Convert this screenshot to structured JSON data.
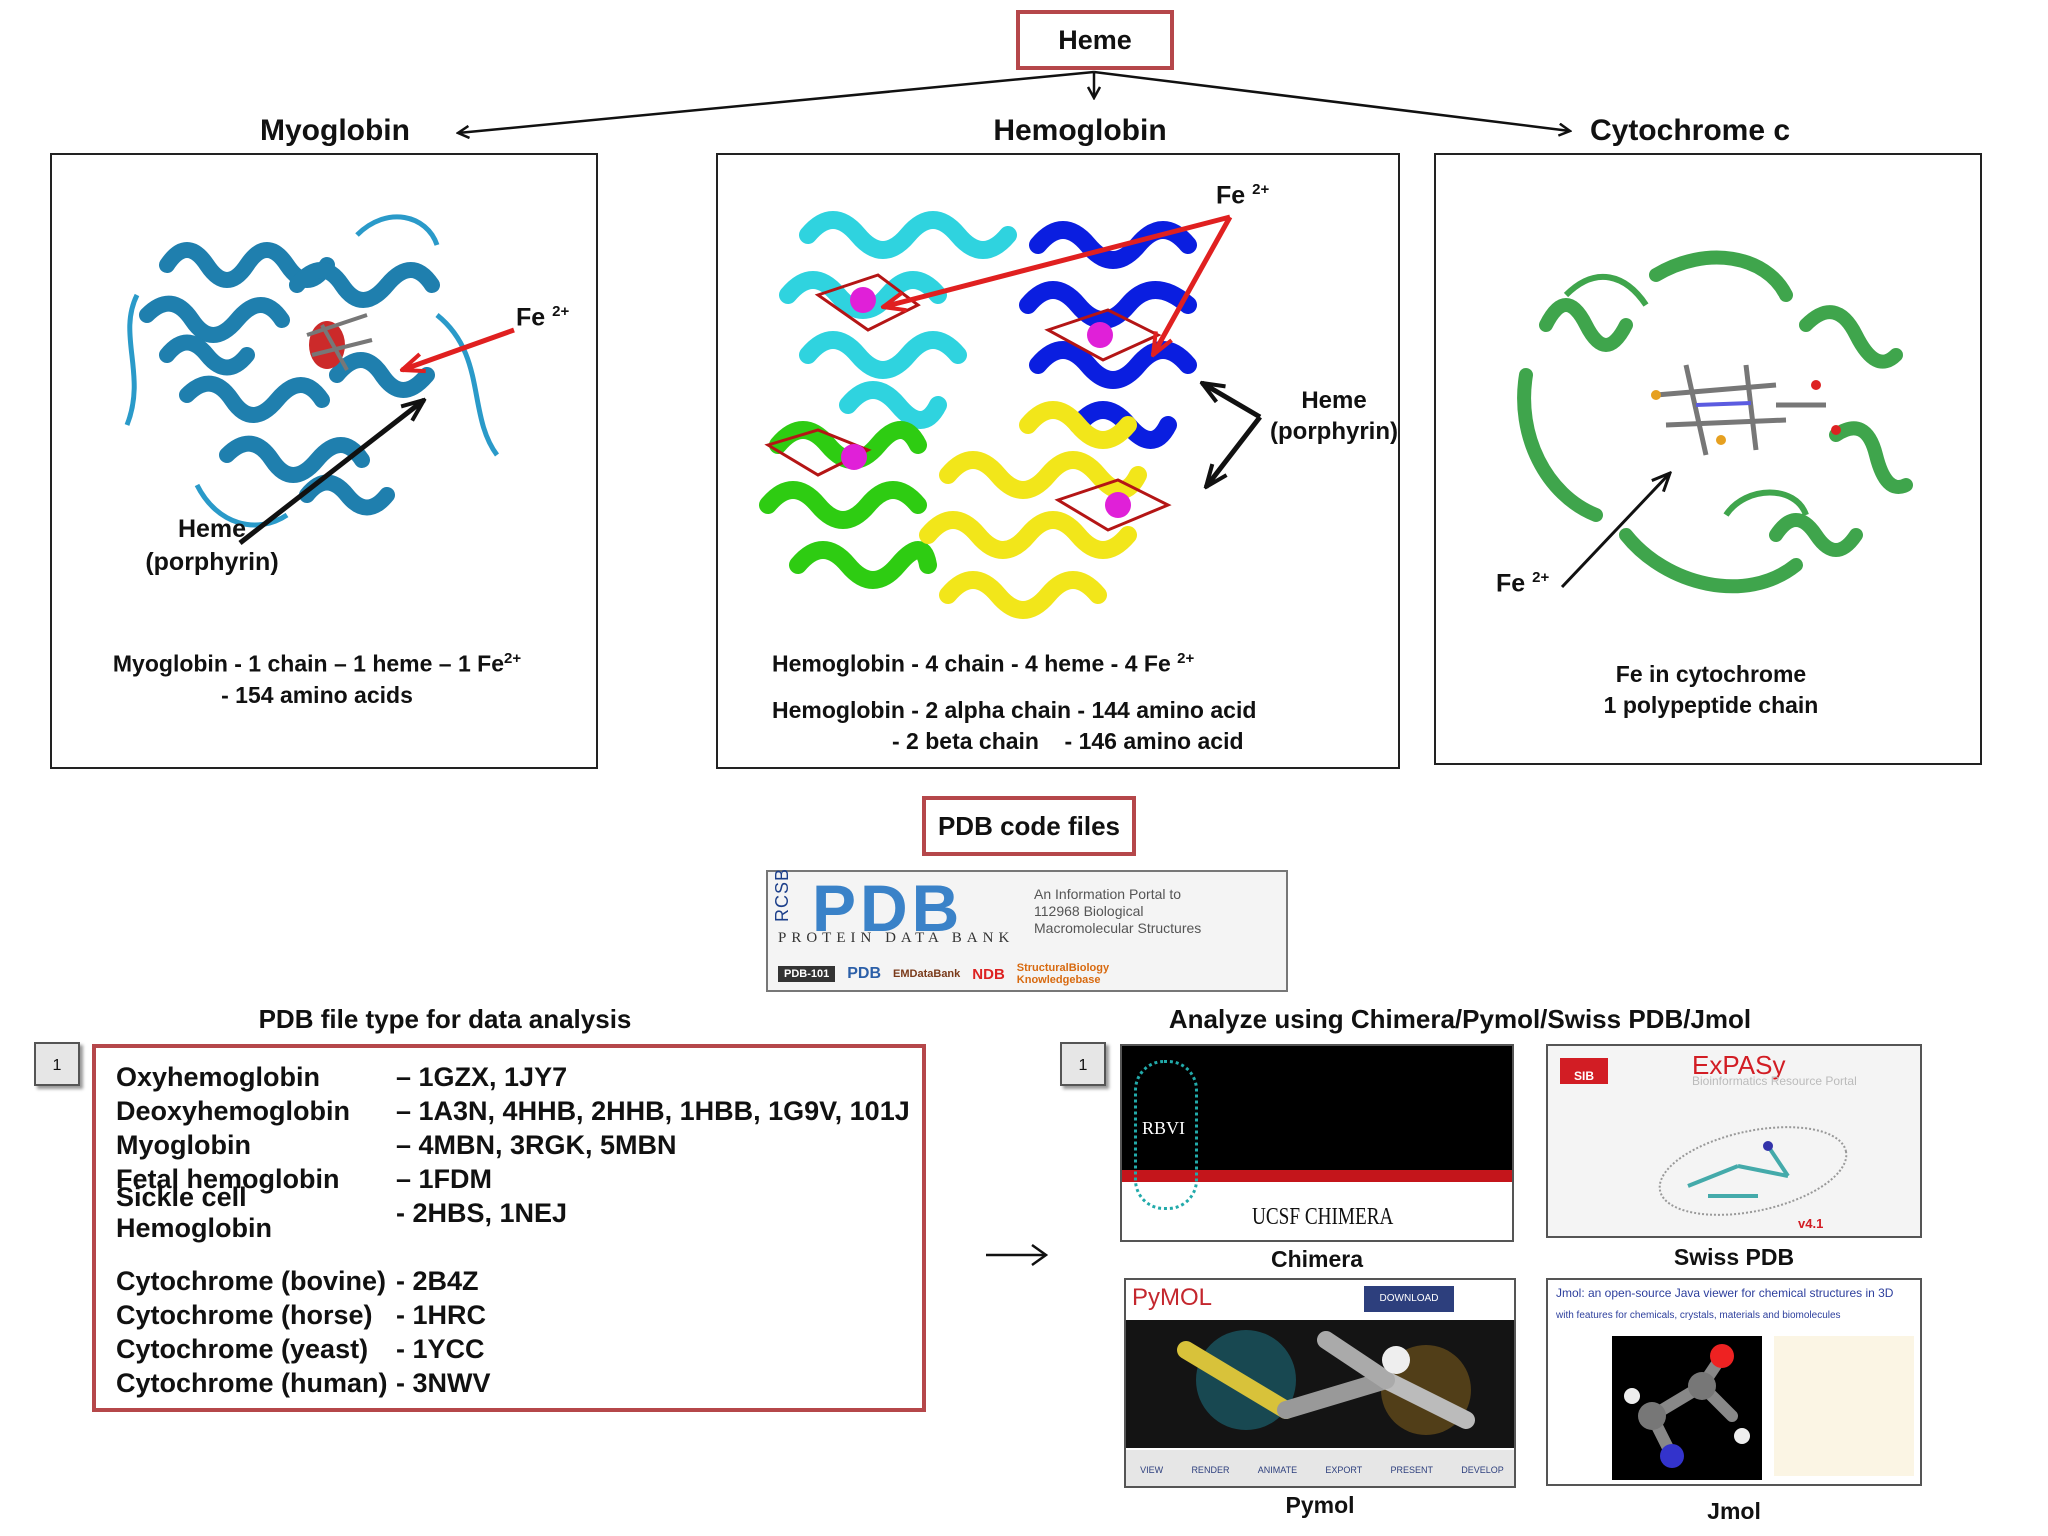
{
  "heme_box": "Heme",
  "titles": {
    "myoglobin": "Myoglobin",
    "hemoglobin": "Hemoglobin",
    "cytochrome": "Cytochrome c"
  },
  "labels": {
    "fe": "Fe",
    "fe_charge": "2+",
    "heme": "Heme",
    "porphyrin": "(porphyrin)"
  },
  "captions": {
    "myo_line1": "Myoglobin - 1 chain – 1 heme – 1 Fe",
    "myo_sup": "2+",
    "myo_line2": "- 154 amino acids",
    "hb_line1": "Hemoglobin - 4 chain - 4 heme - 4 Fe",
    "hb_sup": "2+",
    "hb_line2": "Hemoglobin - 2 alpha chain - 144 amino acid",
    "hb_line3": "- 2 beta chain    - 146 amino acid",
    "cyt_line1": "Fe in cytochrome",
    "cyt_line2": "1 polypeptide chain"
  },
  "pdb_box": "PDB code files",
  "pdb_banner": {
    "rcsb": "RCSB",
    "logo": "PDB",
    "subtitle": "PROTEIN DATA BANK",
    "desc1": "An Information Portal to",
    "desc2": "112968 Biological",
    "desc3": "Macromolecular Structures",
    "b1": "PDB-101",
    "b2": "PDB",
    "b3": "EMDataBank",
    "b4": "NDB",
    "b5": "StructuralBiology",
    "b6": "Knowledgebase"
  },
  "file_type_title": "PDB file type for data analysis",
  "analyze_title": "Analyze using Chimera/Pymol/Swiss PDB/Jmol",
  "slide_num": "1",
  "pdb_list": [
    {
      "name": "Oxyhemoglobin",
      "codes": "– 1GZX, 1JY7"
    },
    {
      "name": "Deoxyhemoglobin",
      "codes": "– 1A3N, 4HHB, 2HHB, 1HBB, 1G9V, 101J"
    },
    {
      "name": "Myoglobin",
      "codes": "– 4MBN, 3RGK, 5MBN"
    },
    {
      "name": "Fetal hemoglobin",
      "codes": "– 1FDM"
    },
    {
      "name": "Sickle cell Hemoglobin",
      "codes": "- 2HBS, 1NEJ"
    },
    {
      "name": "",
      "codes": ""
    },
    {
      "name": "Cytochrome (bovine)",
      "codes": "- 2B4Z"
    },
    {
      "name": "Cytochrome (horse)",
      "codes": "- 1HRC"
    },
    {
      "name": "Cytochrome (yeast)",
      "codes": "- 1YCC"
    },
    {
      "name": "Cytochrome (human)",
      "codes": "- 3NWV"
    }
  ],
  "tools": {
    "chimera": "Chimera",
    "chimera_title": "UCSF CHIMERA",
    "chimera_logo": "RBVI",
    "swiss": "Swiss PDB",
    "swiss_brand": "ExPASy",
    "swiss_sub": "Bioinformatics Resource Portal",
    "swiss_sib": "SIB",
    "swiss_ver": "v4.1",
    "pymol": "Pymol",
    "pymol_logo": "PyMOL",
    "pymol_download": "DOWNLOAD",
    "pymol_nav": [
      "VIEW",
      "RENDER",
      "ANIMATE",
      "EXPORT",
      "PRESENT",
      "DEVELOP"
    ],
    "jmol": "Jmol",
    "jmol_head": "Jmol: an open-source Java viewer for chemical structures in 3D",
    "jmol_sub": "with features for chemicals, crystals, materials and biomolecules"
  }
}
